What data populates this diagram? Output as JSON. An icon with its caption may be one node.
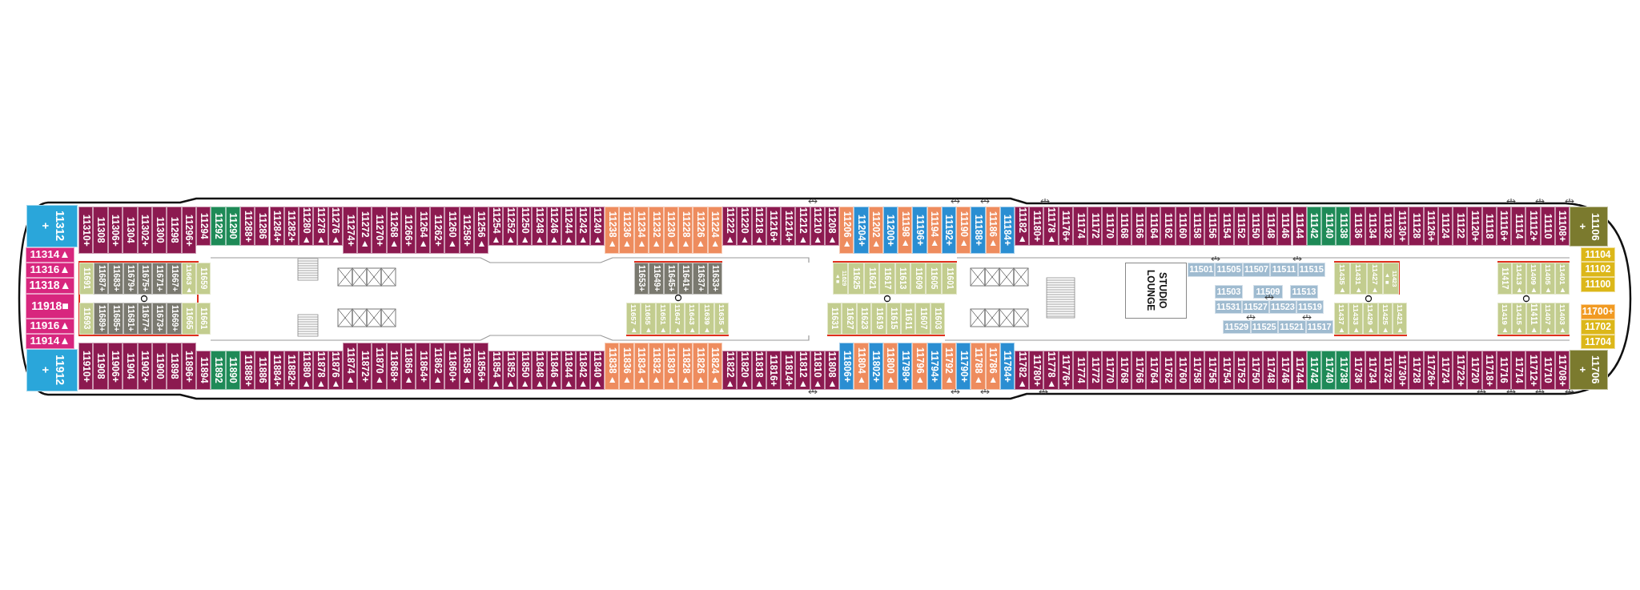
{
  "diagram": {
    "nodes": [
      {
        "text": [
          "11312",
          "+"
        ]
      },
      {
        "text": [
          "11310+"
        ]
      },
      {
        "text": [
          "11308"
        ]
      },
      {
        "text": [
          "11306+"
        ]
      },
      {
        "text": [
          "11304"
        ]
      },
      {
        "text": [
          "11302+"
        ]
      },
      {
        "text": [
          "11300"
        ]
      },
      {
        "text": [
          "11298"
        ]
      },
      {
        "text": [
          "11296+"
        ]
      },
      {
        "text": [
          "11294"
        ]
      },
      {
        "text": [
          "11292"
        ]
      },
      {
        "text": [
          "11290"
        ]
      },
      {
        "text": [
          "11288+"
        ]
      },
      {
        "text": [
          "11286"
        ]
      },
      {
        "text": [
          "11284+"
        ]
      },
      {
        "text": [
          "11282+"
        ]
      },
      {
        "text": [
          "11280▲"
        ]
      },
      {
        "text": [
          "11278▲"
        ]
      },
      {
        "text": [
          "11276▲"
        ]
      },
      {
        "text": [
          "11274+"
        ]
      },
      {
        "text": [
          "11272▲"
        ]
      },
      {
        "text": [
          "11270+"
        ]
      },
      {
        "text": [
          "11268▲"
        ]
      },
      {
        "text": [
          "11266+"
        ]
      },
      {
        "text": [
          "11264▲"
        ]
      },
      {
        "text": [
          "11262+"
        ]
      },
      {
        "text": [
          "11260▲"
        ]
      },
      {
        "text": [
          "11258+"
        ]
      },
      {
        "text": [
          "11256▲"
        ]
      },
      {
        "text": [
          "11254▲"
        ]
      },
      {
        "text": [
          "11252▲"
        ]
      },
      {
        "text": [
          "11250▲"
        ]
      },
      {
        "text": [
          "11248▲"
        ]
      },
      {
        "text": [
          "11246▲"
        ]
      },
      {
        "text": [
          "11244▲"
        ]
      },
      {
        "text": [
          "11242▲"
        ]
      },
      {
        "text": [
          "11240▲"
        ]
      },
      {
        "text": [
          "11238▲"
        ]
      },
      {
        "text": [
          "11236▲"
        ]
      },
      {
        "text": [
          "11234▲"
        ]
      },
      {
        "text": [
          "11232▲"
        ]
      },
      {
        "text": [
          "11230▲"
        ]
      },
      {
        "text": [
          "11228▲"
        ]
      },
      {
        "text": [
          "11226▲"
        ]
      },
      {
        "text": [
          "11224▲"
        ]
      },
      {
        "text": [
          "11222▲"
        ]
      },
      {
        "text": [
          "11220▲"
        ]
      },
      {
        "text": [
          "11218▲"
        ]
      },
      {
        "text": [
          "11216+"
        ]
      },
      {
        "text": [
          "11214+"
        ]
      },
      {
        "text": [
          "11212▲"
        ]
      },
      {
        "text": [
          "11210▲"
        ]
      },
      {
        "text": [
          "11208▲"
        ]
      },
      {
        "text": [
          "11206▲"
        ]
      },
      {
        "text": [
          "11204+"
        ]
      },
      {
        "text": [
          "11202▲"
        ]
      },
      {
        "text": [
          "11200+"
        ]
      },
      {
        "text": [
          "11198▲"
        ]
      },
      {
        "text": [
          "11196+"
        ]
      },
      {
        "text": [
          "11194▲"
        ]
      },
      {
        "text": [
          "11192+"
        ]
      },
      {
        "text": [
          "11190▲"
        ]
      },
      {
        "text": [
          "11188+"
        ]
      },
      {
        "text": [
          "11186▲"
        ]
      },
      {
        "text": [
          "11184+"
        ]
      },
      {
        "text": [
          "11182▲"
        ]
      },
      {
        "text": [
          "11180+"
        ]
      },
      {
        "text": [
          "11178▲"
        ]
      },
      {
        "text": [
          "11176+"
        ]
      },
      {
        "text": [
          "11174"
        ]
      },
      {
        "text": [
          "11172"
        ]
      },
      {
        "text": [
          "11170"
        ]
      },
      {
        "text": [
          "11168"
        ]
      },
      {
        "text": [
          "11166"
        ]
      },
      {
        "text": [
          "11164"
        ]
      },
      {
        "text": [
          "11162"
        ]
      },
      {
        "text": [
          "11160"
        ]
      },
      {
        "text": [
          "11158"
        ]
      },
      {
        "text": [
          "11156"
        ]
      },
      {
        "text": [
          "11154"
        ]
      },
      {
        "text": [
          "11152"
        ]
      },
      {
        "text": [
          "11150"
        ]
      },
      {
        "text": [
          "11148"
        ]
      },
      {
        "text": [
          "11146"
        ]
      },
      {
        "text": [
          "11144"
        ]
      },
      {
        "text": [
          "11142"
        ]
      },
      {
        "text": [
          "11140"
        ]
      },
      {
        "text": [
          "11138"
        ]
      },
      {
        "text": [
          "11136"
        ]
      },
      {
        "text": [
          "11134"
        ]
      },
      {
        "text": [
          "11132"
        ]
      },
      {
        "text": [
          "11130+"
        ]
      },
      {
        "text": [
          "11128"
        ]
      },
      {
        "text": [
          "11126+"
        ]
      },
      {
        "text": [
          "11124"
        ]
      },
      {
        "text": [
          "11122"
        ]
      },
      {
        "text": [
          "11120+"
        ]
      },
      {
        "text": [
          "11118"
        ]
      },
      {
        "text": [
          "11116+"
        ]
      },
      {
        "text": [
          "11114"
        ]
      },
      {
        "text": [
          "11112+"
        ]
      },
      {
        "text": [
          "11110"
        ]
      },
      {
        "text": [
          "11108+"
        ]
      },
      {
        "text": [
          "11106",
          "+"
        ]
      },
      {
        "text": [
          "11314▲"
        ]
      },
      {
        "text": [
          "11316▲"
        ]
      },
      {
        "text": [
          "11318▲"
        ]
      },
      {
        "text": [
          "11918■"
        ]
      },
      {
        "text": [
          "11916▲"
        ]
      },
      {
        "text": [
          "11914▲"
        ]
      },
      {
        "text": [
          "11691"
        ]
      },
      {
        "text": [
          "11687+"
        ]
      },
      {
        "text": [
          "11683+"
        ]
      },
      {
        "text": [
          "11679+"
        ]
      },
      {
        "text": [
          "11675+"
        ]
      },
      {
        "text": [
          "11671+"
        ]
      },
      {
        "text": [
          "11667+"
        ]
      },
      {
        "text": [
          "11663▲"
        ]
      },
      {
        "text": [
          "11659"
        ]
      },
      {
        "text": [
          "11693"
        ]
      },
      {
        "text": [
          "11689+"
        ]
      },
      {
        "text": [
          "11685+"
        ]
      },
      {
        "text": [
          "11681+"
        ]
      },
      {
        "text": [
          "11677+"
        ]
      },
      {
        "text": [
          "11673+"
        ]
      },
      {
        "text": [
          "11669+"
        ]
      },
      {
        "text": [
          "11665"
        ]
      },
      {
        "text": [
          "11661"
        ]
      },
      {
        "text": [
          "11653+"
        ]
      },
      {
        "text": [
          "11649+"
        ]
      },
      {
        "text": [
          "11645+"
        ]
      },
      {
        "text": [
          "11641+"
        ]
      },
      {
        "text": [
          "11637+"
        ]
      },
      {
        "text": [
          "11633+"
        ]
      },
      {
        "text": [
          "11657▲"
        ]
      },
      {
        "text": [
          "11655▲"
        ]
      },
      {
        "text": [
          "11651▲"
        ]
      },
      {
        "text": [
          "11647▲"
        ]
      },
      {
        "text": [
          "11643▲"
        ]
      },
      {
        "text": [
          "11639▲"
        ]
      },
      {
        "text": [
          "11635▲"
        ]
      },
      {
        "text": [
          "11629",
          "▲■"
        ]
      },
      {
        "text": [
          "11625"
        ]
      },
      {
        "text": [
          "11621"
        ]
      },
      {
        "text": [
          "11617"
        ]
      },
      {
        "text": [
          "11613"
        ]
      },
      {
        "text": [
          "11609"
        ]
      },
      {
        "text": [
          "11605"
        ]
      },
      {
        "text": [
          "11601"
        ]
      },
      {
        "text": [
          "11631"
        ]
      },
      {
        "text": [
          "11627"
        ]
      },
      {
        "text": [
          "11623"
        ]
      },
      {
        "text": [
          "11619"
        ]
      },
      {
        "text": [
          "11615"
        ]
      },
      {
        "text": [
          "11611"
        ]
      },
      {
        "text": [
          "11607"
        ]
      },
      {
        "text": [
          "11603"
        ]
      },
      {
        "text": [
          "STUDIO LOUNGE"
        ]
      },
      {
        "text": [
          "11501"
        ]
      },
      {
        "text": [
          "11505"
        ]
      },
      {
        "text": [
          "11507"
        ]
      },
      {
        "text": [
          "11511"
        ]
      },
      {
        "text": [
          "11515"
        ]
      },
      {
        "text": [
          "11503"
        ]
      },
      {
        "text": [
          "11509"
        ]
      },
      {
        "text": [
          "11513"
        ]
      },
      {
        "text": [
          "11531"
        ]
      },
      {
        "text": [
          "11527"
        ]
      },
      {
        "text": [
          "11523"
        ]
      },
      {
        "text": [
          "11519"
        ]
      },
      {
        "text": [
          "11529"
        ]
      },
      {
        "text": [
          "11525"
        ]
      },
      {
        "text": [
          "11521"
        ]
      },
      {
        "text": [
          "11517"
        ]
      },
      {
        "text": [
          "11435▲"
        ]
      },
      {
        "text": [
          "11431▲"
        ]
      },
      {
        "text": [
          "11427▲"
        ]
      },
      {
        "text": [
          "11423",
          "▲■"
        ]
      },
      {
        "text": [
          "11437▲"
        ]
      },
      {
        "text": [
          "11433▲"
        ]
      },
      {
        "text": [
          "11429▲"
        ]
      },
      {
        "text": [
          "11425▲"
        ]
      },
      {
        "text": [
          "11421▲"
        ]
      },
      {
        "text": [
          "11417"
        ]
      },
      {
        "text": [
          "11413▲"
        ]
      },
      {
        "text": [
          "11409▲"
        ]
      },
      {
        "text": [
          "11405▲"
        ]
      },
      {
        "text": [
          "11401▲"
        ]
      },
      {
        "text": [
          "11419▲"
        ]
      },
      {
        "text": [
          "11415▲"
        ]
      },
      {
        "text": [
          "11411▲"
        ]
      },
      {
        "text": [
          "11407▲"
        ]
      },
      {
        "text": [
          "11403▲"
        ]
      },
      {
        "text": [
          "11104"
        ]
      },
      {
        "text": [
          "11102"
        ]
      },
      {
        "text": [
          "11100"
        ]
      },
      {
        "text": [
          "11700+"
        ]
      },
      {
        "text": [
          "11702"
        ]
      },
      {
        "text": [
          "11704"
        ]
      },
      {
        "text": [
          "11912",
          "+"
        ]
      },
      {
        "text": [
          "11910+"
        ]
      },
      {
        "text": [
          "11908"
        ]
      },
      {
        "text": [
          "11906+"
        ]
      },
      {
        "text": [
          "11904"
        ]
      },
      {
        "text": [
          "11902+"
        ]
      },
      {
        "text": [
          "11900"
        ]
      },
      {
        "text": [
          "11898"
        ]
      },
      {
        "text": [
          "11896+"
        ]
      },
      {
        "text": [
          "11894"
        ]
      },
      {
        "text": [
          "11892"
        ]
      },
      {
        "text": [
          "11890"
        ]
      },
      {
        "text": [
          "11888+"
        ]
      },
      {
        "text": [
          "11886"
        ]
      },
      {
        "text": [
          "11884+"
        ]
      },
      {
        "text": [
          "11882+"
        ]
      },
      {
        "text": [
          "11880▲"
        ]
      },
      {
        "text": [
          "11878▲"
        ]
      },
      {
        "text": [
          "11876▲"
        ]
      },
      {
        "text": [
          "11874▲"
        ]
      },
      {
        "text": [
          "11872+"
        ]
      },
      {
        "text": [
          "11870▲"
        ]
      },
      {
        "text": [
          "11868+"
        ]
      },
      {
        "text": [
          "11866▲"
        ]
      },
      {
        "text": [
          "11864+"
        ]
      },
      {
        "text": [
          "11862▲"
        ]
      },
      {
        "text": [
          "11860+"
        ]
      },
      {
        "text": [
          "11858▲"
        ]
      },
      {
        "text": [
          "11856+"
        ]
      },
      {
        "text": [
          "11854▲"
        ]
      },
      {
        "text": [
          "11852▲"
        ]
      },
      {
        "text": [
          "11850▲"
        ]
      },
      {
        "text": [
          "11848▲"
        ]
      },
      {
        "text": [
          "11846▲"
        ]
      },
      {
        "text": [
          "11844▲"
        ]
      },
      {
        "text": [
          "11842▲"
        ]
      },
      {
        "text": [
          "11840▲"
        ]
      },
      {
        "text": [
          "11838▲"
        ]
      },
      {
        "text": [
          "11836▲"
        ]
      },
      {
        "text": [
          "11834▲"
        ]
      },
      {
        "text": [
          "11832▲"
        ]
      },
      {
        "text": [
          "11830▲"
        ]
      },
      {
        "text": [
          "11828▲"
        ]
      },
      {
        "text": [
          "11826▲"
        ]
      },
      {
        "text": [
          "11824▲"
        ]
      },
      {
        "text": [
          "11822▲"
        ]
      },
      {
        "text": [
          "11820▲"
        ]
      },
      {
        "text": [
          "11818▲"
        ]
      },
      {
        "text": [
          "11816+"
        ]
      },
      {
        "text": [
          "11814+"
        ]
      },
      {
        "text": [
          "11812▲"
        ]
      },
      {
        "text": [
          "11810▲"
        ]
      },
      {
        "text": [
          "11808▲"
        ]
      },
      {
        "text": [
          "11806+"
        ]
      },
      {
        "text": [
          "11804▲"
        ]
      },
      {
        "text": [
          "11802+"
        ]
      },
      {
        "text": [
          "11800▲"
        ]
      },
      {
        "text": [
          "11798+"
        ]
      },
      {
        "text": [
          "11796▲"
        ]
      },
      {
        "text": [
          "11794+"
        ]
      },
      {
        "text": [
          "11792▲"
        ]
      },
      {
        "text": [
          "11790+"
        ]
      },
      {
        "text": [
          "11788▲"
        ]
      },
      {
        "text": [
          "11786▲"
        ]
      },
      {
        "text": [
          "11784+"
        ]
      },
      {
        "text": [
          "11782▲"
        ]
      },
      {
        "text": [
          "11780+"
        ]
      },
      {
        "text": [
          "11778▲"
        ]
      },
      {
        "text": [
          "11776+"
        ]
      },
      {
        "text": [
          "11774"
        ]
      },
      {
        "text": [
          "11772"
        ]
      },
      {
        "text": [
          "11770"
        ]
      },
      {
        "text": [
          "11768"
        ]
      },
      {
        "text": [
          "11766"
        ]
      },
      {
        "text": [
          "11764"
        ]
      },
      {
        "text": [
          "11762"
        ]
      },
      {
        "text": [
          "11760"
        ]
      },
      {
        "text": [
          "11758"
        ]
      },
      {
        "text": [
          "11756"
        ]
      },
      {
        "text": [
          "11754"
        ]
      },
      {
        "text": [
          "11752"
        ]
      },
      {
        "text": [
          "11750"
        ]
      },
      {
        "text": [
          "11748"
        ]
      },
      {
        "text": [
          "11746"
        ]
      },
      {
        "text": [
          "11744"
        ]
      },
      {
        "text": [
          "11742"
        ]
      },
      {
        "text": [
          "11740"
        ]
      },
      {
        "text": [
          "11738"
        ]
      },
      {
        "text": [
          "11736"
        ]
      },
      {
        "text": [
          "11734"
        ]
      },
      {
        "text": [
          "11732"
        ]
      },
      {
        "text": [
          "11730+"
        ]
      },
      {
        "text": [
          "11728"
        ]
      },
      {
        "text": [
          "11726+"
        ]
      },
      {
        "text": [
          "11724"
        ]
      },
      {
        "text": [
          "11722+"
        ]
      },
      {
        "text": [
          "11720"
        ]
      },
      {
        "text": [
          "11718+"
        ]
      },
      {
        "text": [
          "11716"
        ]
      },
      {
        "text": [
          "11714"
        ]
      },
      {
        "text": [
          "11712+"
        ]
      },
      {
        "text": [
          "11710"
        ]
      },
      {
        "text": [
          "11708+"
        ]
      },
      {
        "text": [
          "11706",
          "+"
        ]
      }
    ]
  }
}
